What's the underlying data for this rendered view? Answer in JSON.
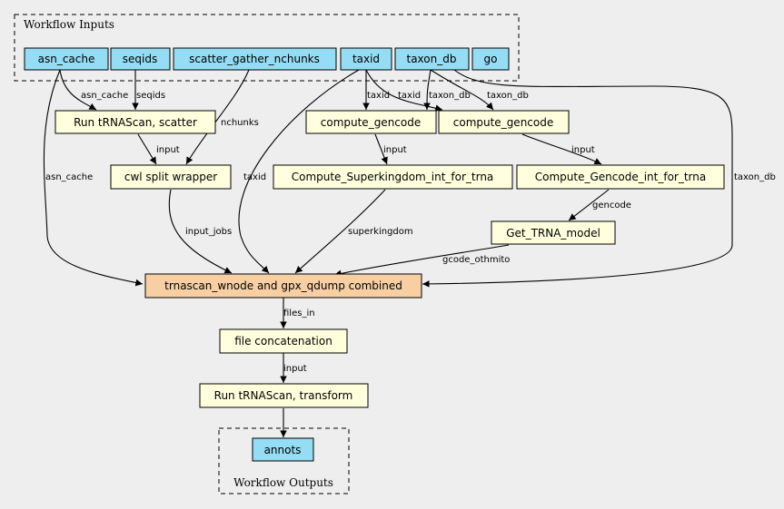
{
  "clusters": {
    "inputs_label": "Workflow Inputs",
    "outputs_label": "Workflow Outputs"
  },
  "colors": {
    "background": "#eeeeee",
    "input_fill": "#94ddf4",
    "step_fill": "#ffffdd",
    "combined_fill": "#f7cfa3"
  },
  "inputs": {
    "asn_cache": "asn_cache",
    "seqids": "seqids",
    "scatter_gather_nchunks": "scatter_gather_nchunks",
    "taxid": "taxid",
    "taxon_db": "taxon_db",
    "go": "go"
  },
  "steps": {
    "scatter": "Run tRNAScan, scatter",
    "split": "cwl split wrapper",
    "gencode1": "compute_gencode",
    "gencode2": "compute_gencode",
    "superkingdom": "Compute_Superkingdom_int_for_trna",
    "gencode_int": "Compute_Gencode_int_for_trna",
    "trna_model": "Get_TRNA_model",
    "combined": "trnascan_wnode and gpx_qdump combined",
    "concat": "file concatenation",
    "transform": "Run tRNAScan, transform"
  },
  "outputs": {
    "annots": "annots"
  },
  "edge_labels": {
    "asn_cache_to_scatter": "asn_cache",
    "seqids_to_scatter": "seqids",
    "nchunks": "nchunks",
    "taxid_to_gencode1": "taxid",
    "taxid_to_gencode2": "taxid",
    "taxon_db_to_gencode1": "taxon_db",
    "taxon_db_to_gencode2": "taxon_db",
    "scatter_to_split": "input",
    "asn_cache_to_combined": "asn_cache",
    "taxid_to_combined": "taxid",
    "gencode1_to_superkingdom": "input",
    "gencode2_to_gencode_int": "input",
    "taxon_db_to_combined": "taxon_db",
    "gencode_int_to_model": "gencode",
    "input_jobs": "input_jobs",
    "superkingdom": "superkingdom",
    "gcode_othmito": "gcode_othmito",
    "files_in": "files_in",
    "concat_to_transform": "input"
  }
}
